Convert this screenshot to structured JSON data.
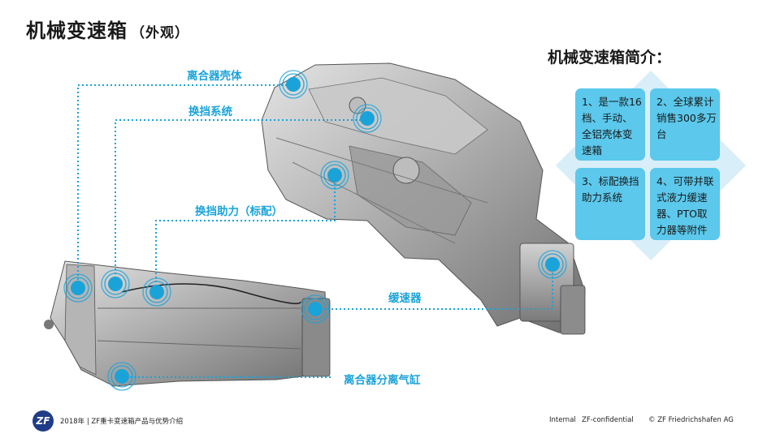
{
  "title": {
    "main": "机械变速箱",
    "sub": "（外观）"
  },
  "callouts": {
    "clutch_housing": "离合器壳体",
    "shift_system": "换挡系统",
    "shift_assist": "换挡助力（标配）",
    "retarder": "缓速器",
    "clutch_cylinder": "离合器分离气缸"
  },
  "intro": {
    "title": "机械变速箱简介：",
    "items": [
      "1、是一款16档、手动、全铝壳体变速箱",
      "2、全球累计销售300多万台",
      "3、标配换挡助力系统",
      "4、可带并联式液力缓速器、PTO取力器等附件"
    ]
  },
  "footer": {
    "logo": "ZF",
    "left": "2018年 | ZF重卡变速箱产品与优势介绍",
    "internal": "Internal",
    "confidential": "ZF-confidential",
    "copyright": "© ZF Friedrichshafen AG"
  },
  "colors": {
    "accent": "#1aa3d9",
    "box": "#5bc8ec",
    "diamond": "#d8eef8",
    "brand": "#1f3c88"
  },
  "icons": [
    "target-marker-icon"
  ]
}
